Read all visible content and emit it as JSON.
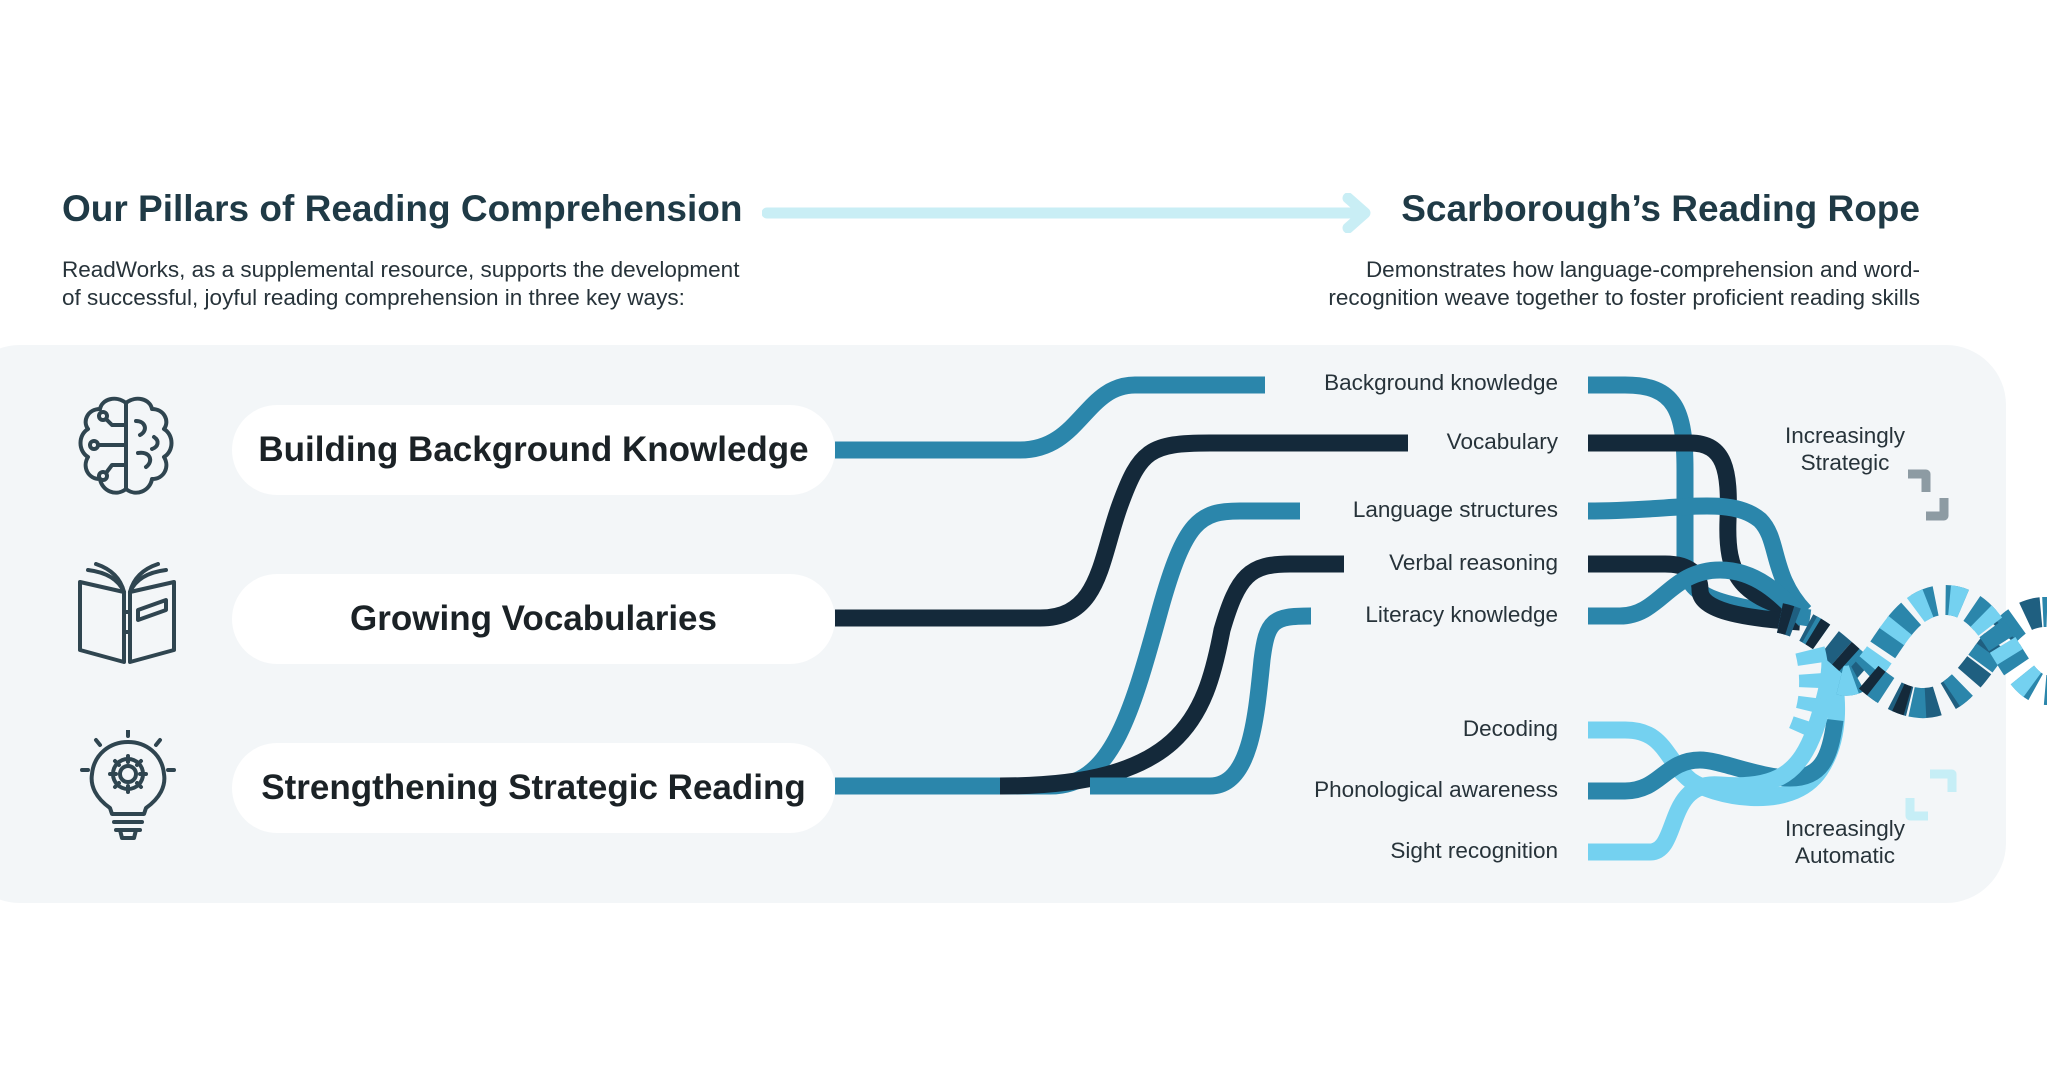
{
  "left_header": {
    "title": "Our Pillars of Reading Comprehension",
    "subtitle_line1": "ReadWorks, as a supplemental resource, supports the development",
    "subtitle_line2": "of successful, joyful reading comprehension in three key ways:"
  },
  "right_header": {
    "title": "Scarborough’s Reading Rope",
    "subtitle_line1": "Demonstrates how language-comprehension and word-",
    "subtitle_line2": "recognition weave together to foster proficient reading skills"
  },
  "pillars": [
    {
      "label": "Building Background Knowledge",
      "icon": "brain-icon"
    },
    {
      "label": "Growing Vocabularies",
      "icon": "open-book-icon"
    },
    {
      "label": "Strengthening Strategic Reading",
      "icon": "lightbulb-gear-icon"
    }
  ],
  "language_comprehension_strands": [
    {
      "label": "Background knowledge"
    },
    {
      "label": "Vocabulary"
    },
    {
      "label": "Language structures"
    },
    {
      "label": "Verbal reasoning"
    },
    {
      "label": "Literacy knowledge"
    }
  ],
  "word_recognition_strands": [
    {
      "label": "Decoding"
    },
    {
      "label": "Phonological awareness"
    },
    {
      "label": "Sight recognition"
    }
  ],
  "notes": {
    "strategic_line1": "Increasingly",
    "strategic_line2": "Strategic",
    "automatic_line1": "Increasingly",
    "automatic_line2": "Automatic"
  },
  "colors": {
    "mid_blue": "#2b86ab",
    "dark_navy": "#14293a",
    "light_blue": "#74d1f0",
    "arrow": "#c9eef5",
    "panel": "#f3f6f8",
    "gray_bracket": "#8d9ba3",
    "light_bracket": "#c6eef6"
  }
}
